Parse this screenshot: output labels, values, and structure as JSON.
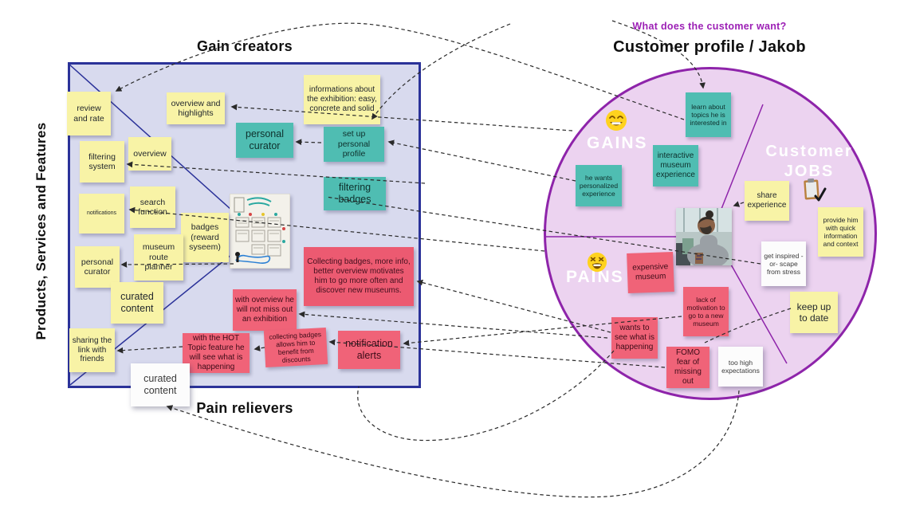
{
  "headings": {
    "gain_creators": "Gain creators",
    "pain_relievers": "Pain relievers",
    "side_label": "Products, Services and Features",
    "customer_profile": "Customer profile / Jakob",
    "question": "What does the customer want?"
  },
  "sections": {
    "gains": "GAINS",
    "pains": "PAINS",
    "jobs_line1": "Customer",
    "jobs_line2": "JOBS"
  },
  "notes": {
    "review_rate": "review and rate",
    "overview_highlights": "overview and highlights",
    "informations": "informations about the exhibition: easy, concrete and solid",
    "personal_curator_teal": "personal curator",
    "setup_profile": "set up personal profile",
    "filtering_system": "filtering system",
    "overview": "overview",
    "filtering_badges": "filtering badges",
    "search_function": "search function",
    "notifications": "notifications",
    "badges_reward": "badges (reward syseem)",
    "museum_route": "museum route planner",
    "personal_curator_yellow": "personal curator",
    "curated_content_yellow": "curated content",
    "collecting_badges_big": "Collecting badges, more info, better overview motivates him to go more often and discover new museums.",
    "overview_not_miss": "with overview he will not miss out an exhibition",
    "sharing_link": "sharing the link with friends",
    "hot_topic": "with the HOT Topic feature he will see what is happening",
    "collecting_badges_small": "collecting badges allows him to benefit from discounts",
    "notification_alerts": "notification alerts",
    "curated_content_white": "curated content",
    "learn_topics": "learn about topics he is interested in",
    "interactive_museum": "interactive museum experience",
    "personalized_experience": "he wants personalized experience",
    "share_experience": "share experience",
    "provide_quick_info": "provide him with quick information and context",
    "get_inspired": "get inspired -or- scape from stress",
    "keep_up": "keep up to date",
    "expensive_museum": "expensive museum",
    "lack_motivation": "lack of motivation to go to a new museum",
    "wants_see": "wants to see what is happening",
    "fomo": "FOMO fear of missing out",
    "too_high": "too high expectations"
  },
  "icons": {
    "gains_emoji": "beaming-face-emoji",
    "pains_emoji": "tired-face-emoji",
    "jobs_emoji": "clipboard-check-emoji",
    "photo": "jakob-customer-photo",
    "sketch": "app-wireframe-sketch"
  },
  "colors": {
    "yellow_note": "#f8f3a6",
    "teal_note": "#4fbdb2",
    "red_note": "#f06378",
    "white_note": "#fcfcfc",
    "panel_fill": "#d8daee",
    "panel_border": "#2b3299",
    "circle_fill": "#ecd3f0",
    "circle_border": "#8e24aa",
    "question_color": "#9c1fb5"
  }
}
